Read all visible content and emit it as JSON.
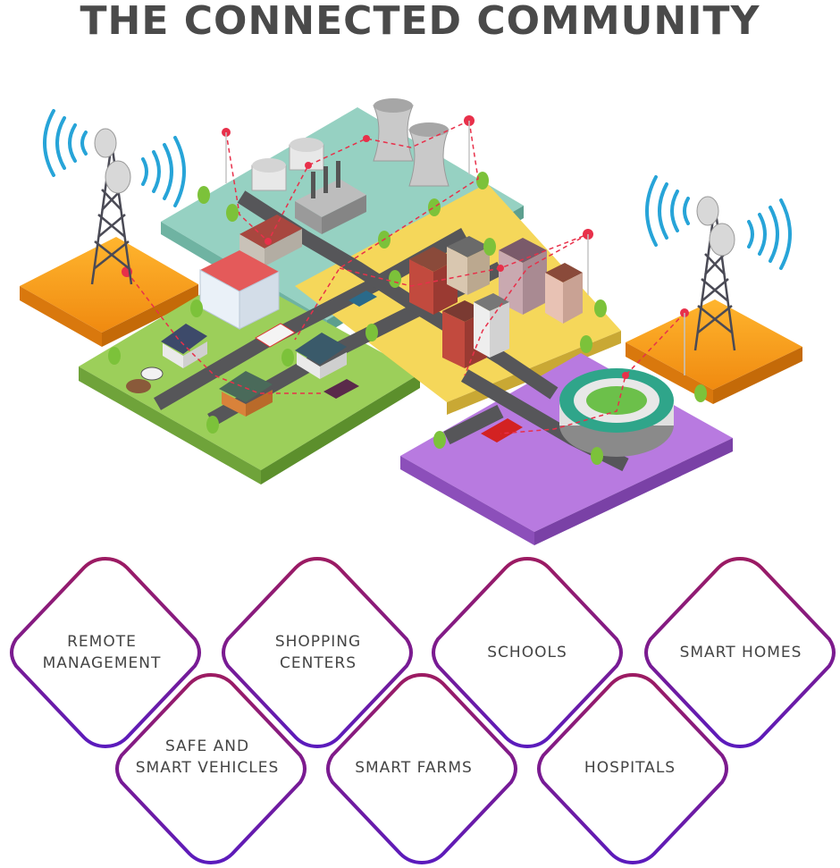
{
  "title": "THE CONNECTED COMMUNITY",
  "colors": {
    "title": "#4a4a4a",
    "farm_zone": "#9ccf5a",
    "industrial_zone": "#96d1c2",
    "downtown_zone": "#f5d75a",
    "stadium_zone": "#b87ae0",
    "tower_pad": "#f7a21b",
    "road": "#565659",
    "network_line": "#e8304a",
    "wifi_wave": "#27a4d8",
    "diamond_gradient_start": "#9c1b62",
    "diamond_gradient_end": "#5b1bbd"
  },
  "features": [
    {
      "line1": "REMOTE",
      "line2": "MANAGEMENT"
    },
    {
      "line1": "SHOPPING",
      "line2": "CENTERS"
    },
    {
      "line1": "SCHOOLS",
      "line2": ""
    },
    {
      "line1": "SMART HOMES",
      "line2": ""
    },
    {
      "line1": "SAFE AND",
      "line2": "SMART VEHICLES"
    },
    {
      "line1": "SMART FARMS",
      "line2": ""
    },
    {
      "line1": "HOSPITALS",
      "line2": ""
    }
  ]
}
